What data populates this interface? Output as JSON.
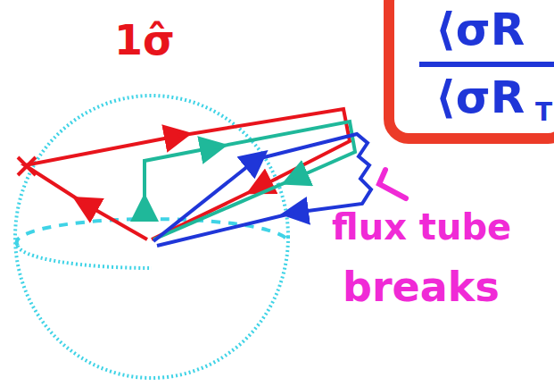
{
  "diagram": {
    "labels": [
      "1σ̂",
      "⟨σR",
      "⟨σR",
      "T",
      "flux tube",
      "breaks"
    ]
  }
}
